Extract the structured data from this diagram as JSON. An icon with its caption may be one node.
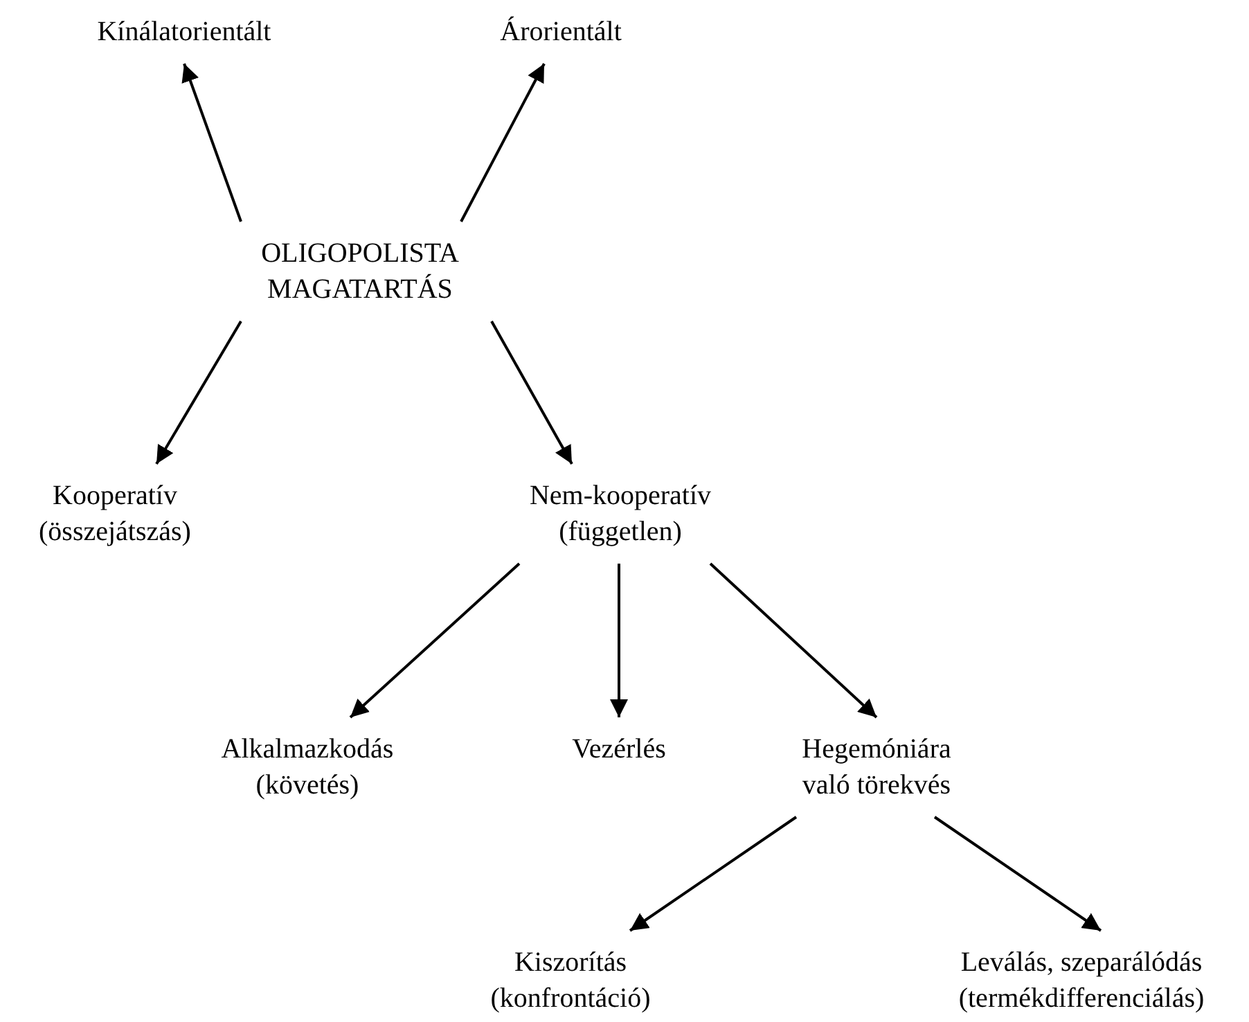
{
  "diagram": {
    "nodes": [
      {
        "text": [
          "Kínálatorientált"
        ]
      },
      {
        "text": [
          "Árorientált"
        ]
      },
      {
        "text": [
          "OLIGOPOLISTA MAGATARTÁS"
        ]
      },
      {
        "text": [
          "Kooperatív",
          "(összejátszás)"
        ]
      },
      {
        "text": [
          "Nem-kooperatív",
          "(független)"
        ]
      },
      {
        "text": [
          "Alkalmazkodás",
          "(követés)"
        ]
      },
      {
        "text": [
          "Vezérlés"
        ]
      },
      {
        "text": [
          "Hegemóniára való törekvés"
        ]
      },
      {
        "text": [
          "Kiszorítás",
          "(konfrontáció)"
        ]
      },
      {
        "text": [
          "Leválás, szeparálódás",
          "(termékdifferenciálás)"
        ]
      }
    ],
    "edges": [
      {
        "from": 2,
        "to": 0,
        "arrow": "to"
      },
      {
        "from": 2,
        "to": 1,
        "arrow": "to"
      },
      {
        "from": 2,
        "to": 3,
        "arrow": "to"
      },
      {
        "from": 2,
        "to": 4,
        "arrow": "to"
      },
      {
        "from": 4,
        "to": 5,
        "arrow": "to"
      },
      {
        "from": 4,
        "to": 6,
        "arrow": "to"
      },
      {
        "from": 4,
        "to": 7,
        "arrow": "to"
      },
      {
        "from": 7,
        "to": 8,
        "arrow": "to"
      },
      {
        "from": 7,
        "to": 9,
        "arrow": "to"
      }
    ]
  }
}
